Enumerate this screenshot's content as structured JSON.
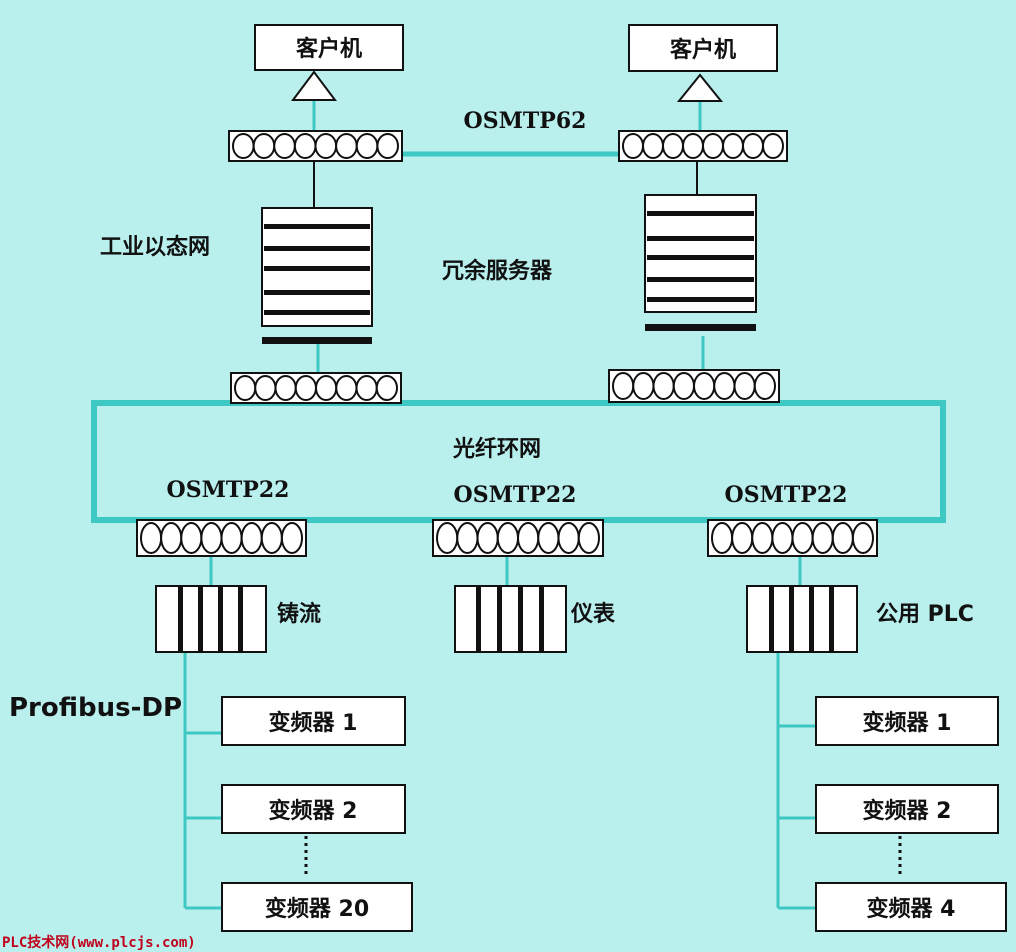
{
  "colors": {
    "background": "#b9f0ee",
    "link": "#3ec8c4",
    "ring": "#3ec8c4",
    "stroke": "#111111",
    "watermark": "#c0001a"
  },
  "clients": {
    "left": "客户机",
    "right": "客户机"
  },
  "labels": {
    "osmtp62": "OSMTP62",
    "ethernet": "工业以态网",
    "redundant_servers": "冗余服务器",
    "fiber_ring": "光纤环网",
    "osmtp22_left": "OSMTP22",
    "osmtp22_mid": "OSMTP22",
    "osmtp22_right": "OSMTP22",
    "plc_casting": "铸流",
    "plc_instrument": "仪表",
    "plc_public": "公用 PLC",
    "profibus": "Profibus-DP"
  },
  "inverters": {
    "left": [
      "变频器 1",
      "变频器 2",
      "变频器 20"
    ],
    "right": [
      "变频器 1",
      "变频器 2",
      "变频器 4"
    ]
  },
  "watermark": "PLC技术网(www.plcjs.com)"
}
